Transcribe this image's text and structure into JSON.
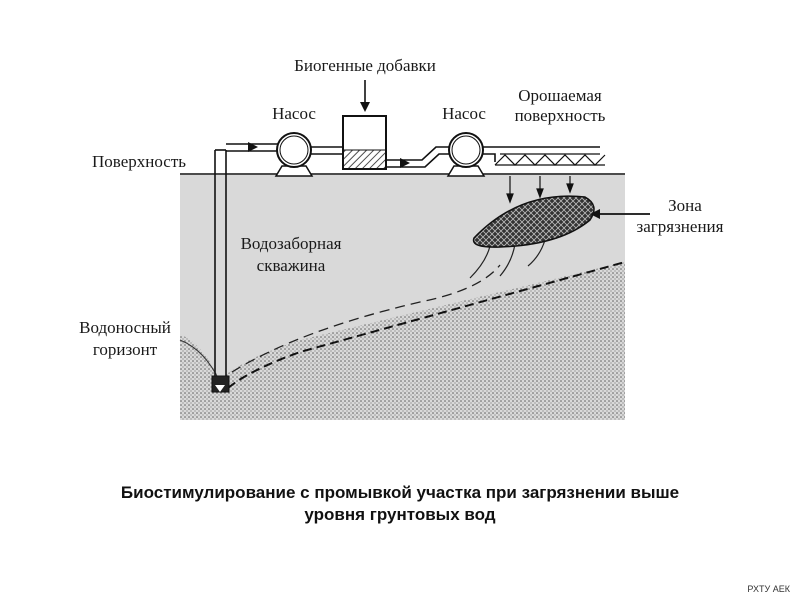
{
  "diagram": {
    "labels": {
      "nutrients": "Биогенные добавки",
      "pump_left": "Насос",
      "pump_right": "Насос",
      "irrigated_line1": "Орошаемая",
      "irrigated_line2": "поверхность",
      "surface": "Поверхность",
      "zone_line1": "Зона",
      "zone_line2": "загрязнения",
      "well_line1": "Водозаборная",
      "well_line2": "скважина",
      "aquifer_line1": "Водоносный",
      "aquifer_line2": "горизонт"
    }
  },
  "caption": {
    "line1": "Биостимулирование с промывкой участка при загрязнении выше",
    "line2": "уровня грунтовых вод"
  },
  "footer": "РХТУ АЕК"
}
